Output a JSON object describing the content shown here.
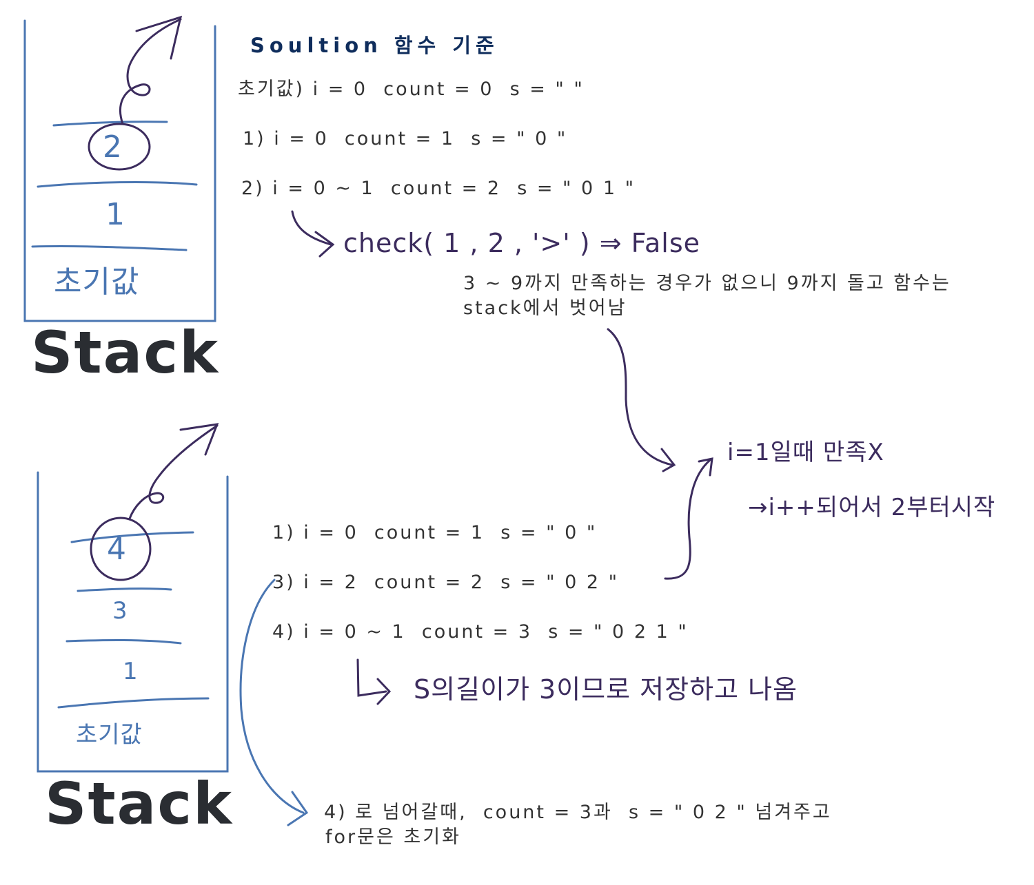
{
  "title": "Soultion 함수 기준",
  "top_lines": {
    "initial": "초기값) i = 0  count = 0  s = \" \"",
    "line1": "1) i = 0  count = 1  s = \" 0 \"",
    "line2": "2) i = 0 ~ 1  count = 2  s = \" 0 1 \""
  },
  "top_notes": {
    "check": "check( 1 , 2 , '>' ) ⇒ False",
    "explain_1": "3 ~ 9까지 만족하는 경우가 없으니 9까지 돌고 함수는",
    "explain_2": "stack에서 벗어남"
  },
  "right_notes": {
    "line1": "i=1일때 만족X",
    "line2": "→i++되어서 2부터시작"
  },
  "bottom_lines": {
    "line1": "1) i = 0  count = 1  s = \" 0 \"",
    "line3": "3) i = 2  count = 2  s = \" 0 2 \"",
    "line4": "4) i = 0 ~ 1  count = 3  s = \" 0 2 1 \""
  },
  "bottom_notes": {
    "result": "S의길이가 3이므로 저장하고 나옴",
    "pass_1": "4) 로 넘어갈때,  count = 3과  s = \" 0 2 \" 넘겨주고",
    "pass_2": "for문은 초기화"
  },
  "stack_top": {
    "label": "Stack",
    "items": [
      "2",
      "1",
      "초기값"
    ]
  },
  "stack_bottom": {
    "label": "Stack",
    "items": [
      "4",
      "3",
      "1",
      "초기값"
    ]
  },
  "colors": {
    "blue": "#4a76b2",
    "purple": "#3c2c5e",
    "title": "#0f2d5c",
    "text": "#333333",
    "black": "#2a2d32"
  }
}
